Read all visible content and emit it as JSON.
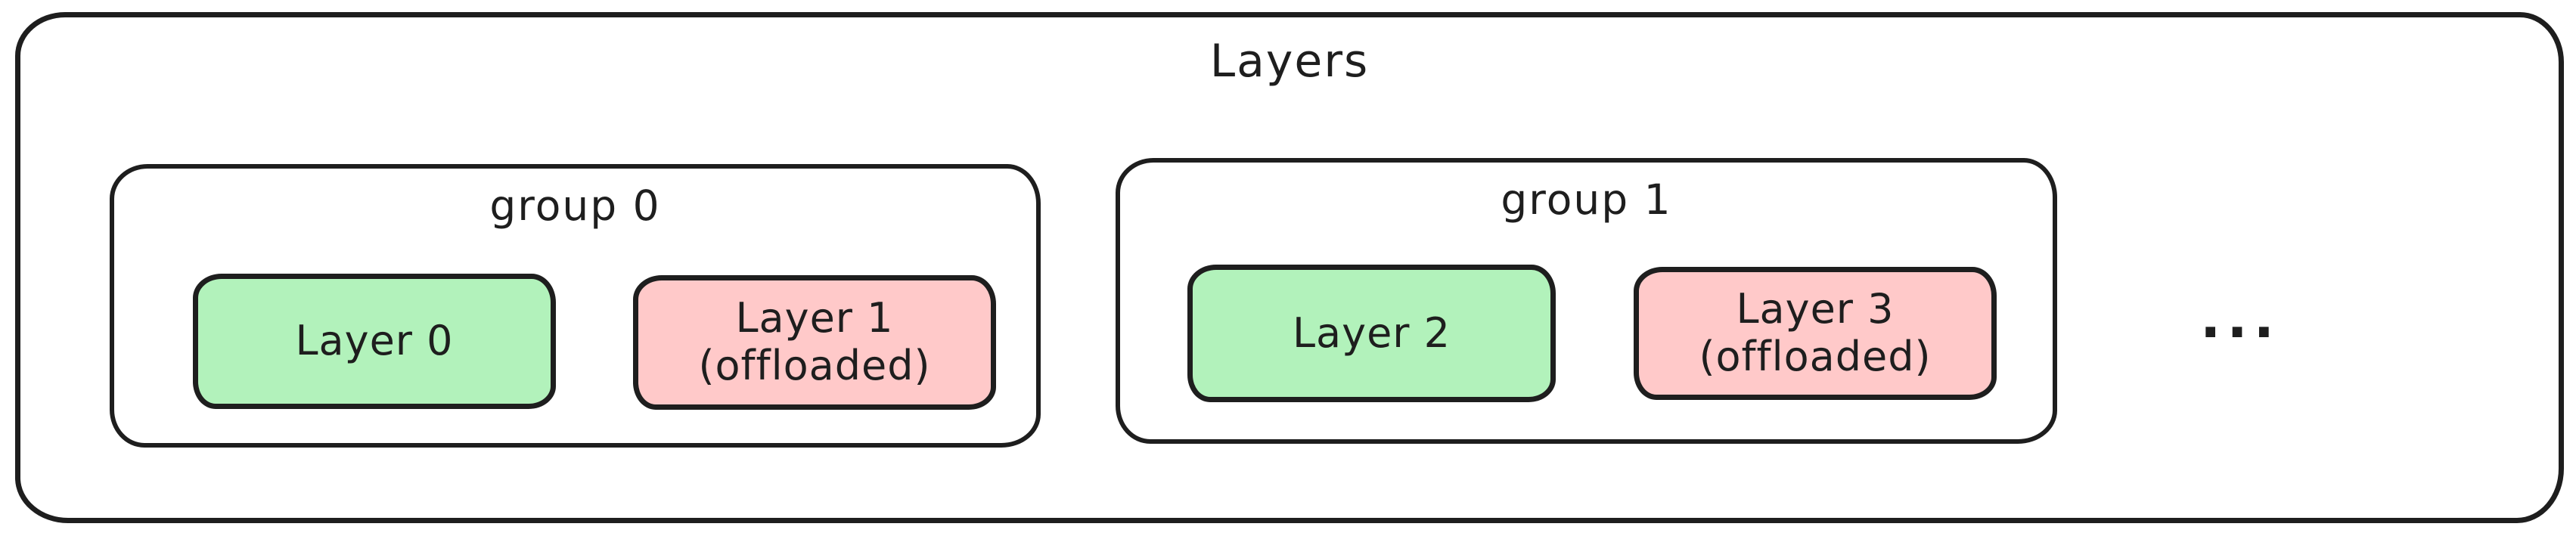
{
  "diagram": {
    "title": "Layers",
    "ellipsis": "...",
    "groups": [
      {
        "label": "group 0",
        "layers": [
          {
            "name": "Layer 0",
            "sublabel": "",
            "state": "resident"
          },
          {
            "name": "Layer 1",
            "sublabel": "(offloaded)",
            "state": "offloaded"
          }
        ]
      },
      {
        "label": "group 1",
        "layers": [
          {
            "name": "Layer 2",
            "sublabel": "",
            "state": "resident"
          },
          {
            "name": "Layer 3",
            "sublabel": "(offloaded)",
            "state": "offloaded"
          }
        ]
      }
    ],
    "colors": {
      "resident_fill": "#b2f2bb",
      "offloaded_fill": "#ffc9c9",
      "stroke": "#1e1e1e",
      "background": "#ffffff"
    }
  }
}
